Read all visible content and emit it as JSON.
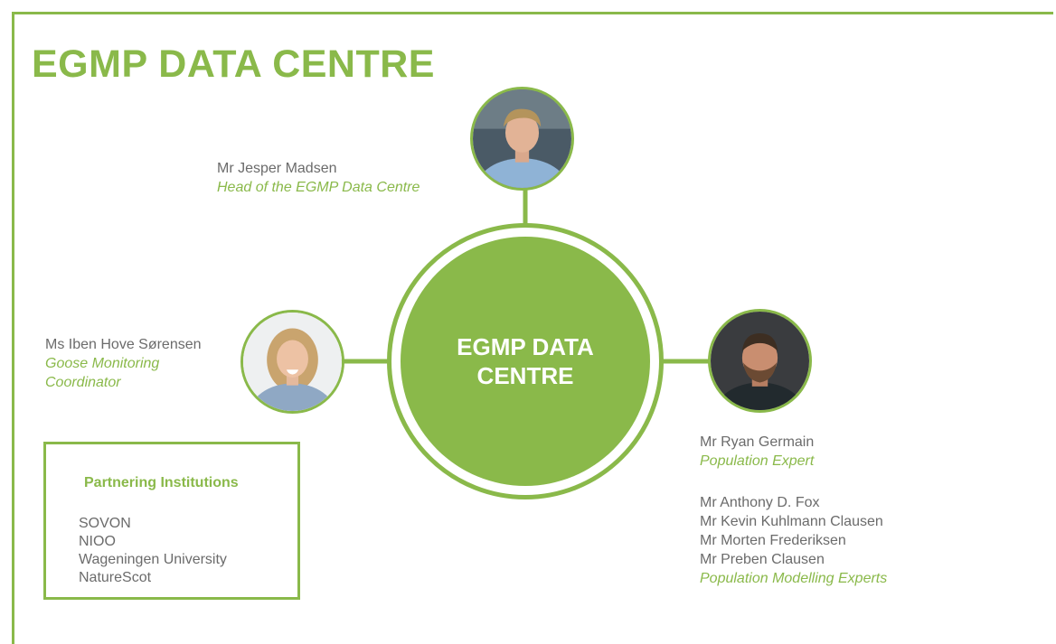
{
  "page": {
    "title": "EGMP DATA CENTRE",
    "accent_color": "#8ab94a",
    "text_color": "#6b6b6b"
  },
  "hub": {
    "line1": "EGMP DATA",
    "line2": "CENTRE"
  },
  "people": {
    "top": {
      "name": "Mr Jesper Madsen",
      "role": "Head of the EGMP Data Centre",
      "photo": "portrait-man-blond"
    },
    "left": {
      "name": "Ms Iben Hove Sørensen",
      "role_line1": "Goose Monitoring",
      "role_line2": "Coordinator",
      "photo": "portrait-woman-blonde"
    },
    "right": {
      "name": "Mr Ryan Germain",
      "role": "Population Expert",
      "photo": "portrait-man-beard"
    }
  },
  "modelling": {
    "names": [
      "Mr Anthony D. Fox",
      "Mr Kevin Kuhlmann Clausen",
      "Mr Morten Frederiksen",
      "Mr Preben Clausen"
    ],
    "role": "Population Modelling Experts"
  },
  "partners": {
    "heading": "Partnering Institutions",
    "items": [
      "SOVON",
      "NIOO",
      "Wageningen University",
      "NatureScot"
    ]
  }
}
